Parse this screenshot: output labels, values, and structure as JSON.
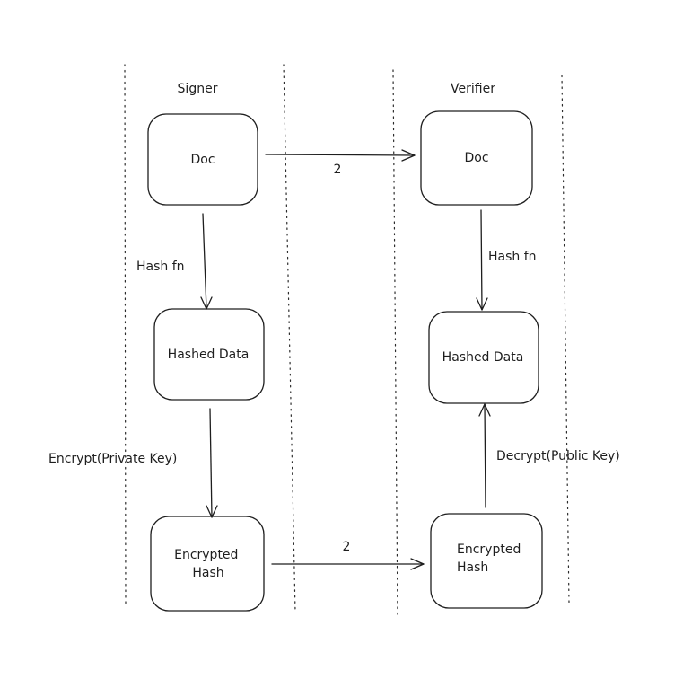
{
  "lanes": {
    "signer": "Signer",
    "verifier": "Verifier"
  },
  "signer": {
    "doc": "Doc",
    "hashed_data": "Hashed Data",
    "encrypted_hash": [
      "Encrypted",
      "Hash"
    ]
  },
  "verifier": {
    "doc": "Doc",
    "hashed_data": "Hashed Data",
    "encrypted_hash": [
      "Encrypted",
      "Hash"
    ]
  },
  "edges": {
    "doc_transfer": "2",
    "signer_hash": "Hash fn",
    "verifier_hash": "Hash fn",
    "encrypt": "Encrypt(Private Key)",
    "hash_transfer": "2",
    "decrypt": "Decrypt(Public Key)"
  },
  "colors": {
    "stroke": "#1e1e1e",
    "background": "#ffffff"
  }
}
